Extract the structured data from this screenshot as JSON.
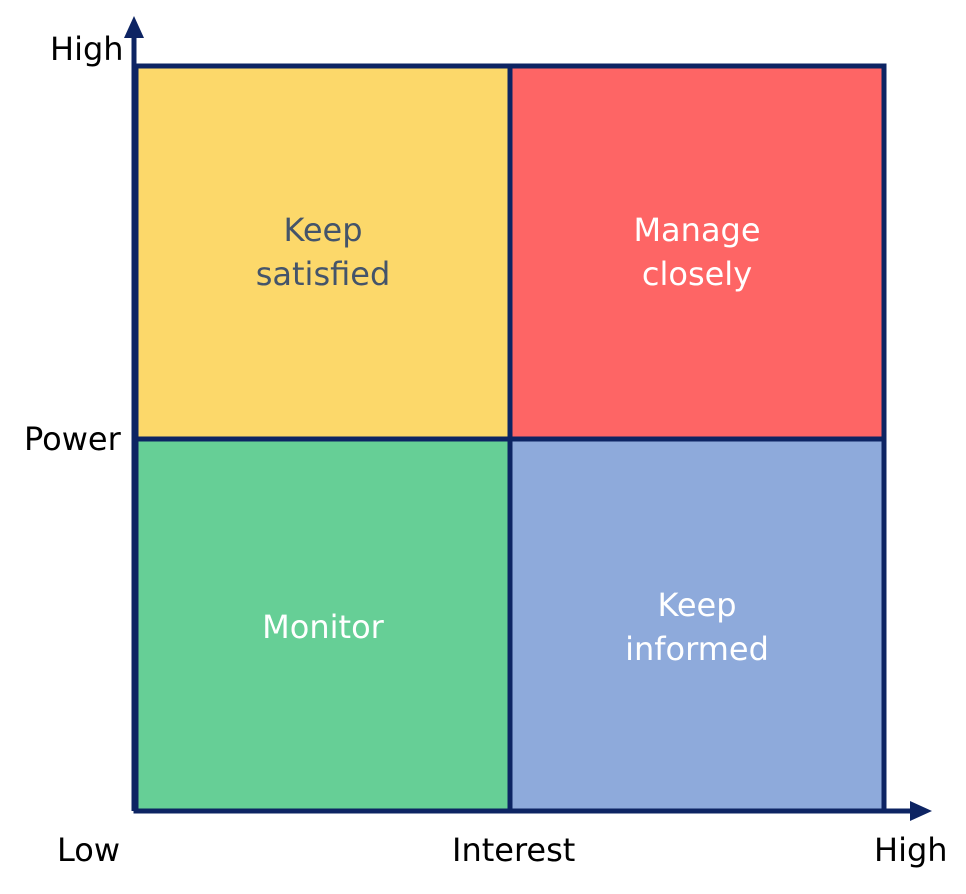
{
  "y_axis": {
    "high_label": "High",
    "title": "Power"
  },
  "x_axis": {
    "low_label": "Low",
    "title": "Interest",
    "high_label": "High"
  },
  "quadrants": {
    "top_left": {
      "line1": "Keep",
      "line2": "satisfied",
      "fill": "#fcd86a",
      "text_color": "#44546a"
    },
    "top_right": {
      "line1": "Manage",
      "line2": "closely",
      "fill": "#fe6565",
      "text_color": "#ffffff"
    },
    "bottom_left": {
      "line1": "Monitor",
      "fill": "#66cf96",
      "text_color": "#ffffff"
    },
    "bottom_right": {
      "line1": "Keep",
      "line2": "informed",
      "fill": "#8eaadb",
      "text_color": "#ffffff"
    }
  },
  "colors": {
    "border": "#0d2463",
    "axis": "#0d2463"
  }
}
